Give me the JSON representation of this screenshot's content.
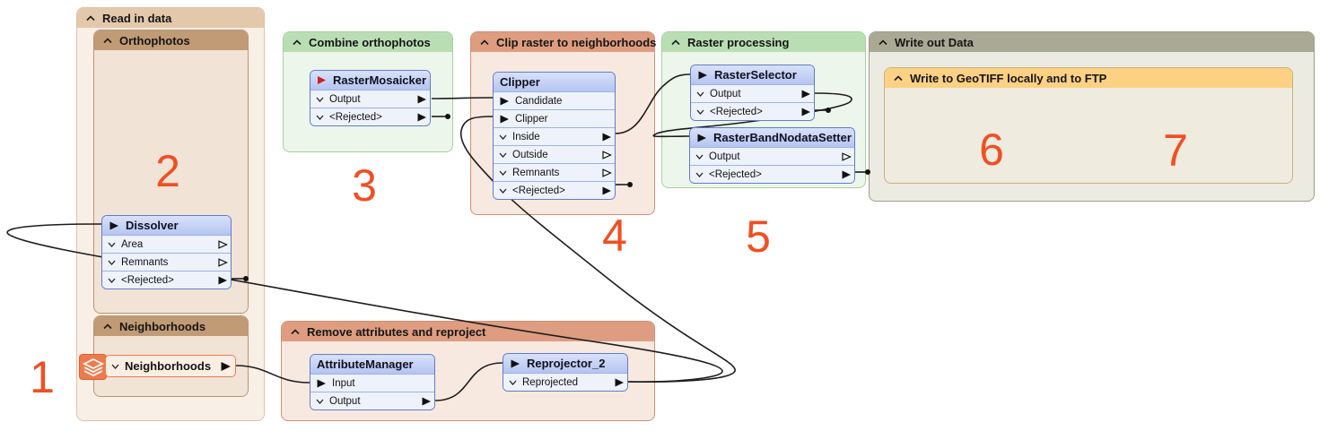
{
  "app": "workflow-canvas",
  "colors": {
    "annotation_accent": "#f04f23",
    "node_border": "#5f7bd0",
    "node_header": "#c3d0f4",
    "bookmark_tan_header": "#e4c8ab",
    "bookmark_brown_header": "#c19b76",
    "bookmark_green_header": "#badeb4",
    "bookmark_salmon_header": "#de9d81",
    "bookmark_gray_header": "#a9a995",
    "bookmark_gold_header": "#fcd184",
    "reader_accent": "#ef7a4b"
  },
  "bookmarks": {
    "read_in_data": {
      "title": "Read in data"
    },
    "orthophotos": {
      "title": "Orthophotos"
    },
    "neighborhoods": {
      "title": "Neighborhoods"
    },
    "combine_orthophotos": {
      "title": "Combine orthophotos"
    },
    "clip_raster": {
      "title": "Clip raster to neighborhoods"
    },
    "raster_processing": {
      "title": "Raster processing"
    },
    "write_out_data": {
      "title": "Write out Data"
    },
    "write_geotiff": {
      "title": "Write to GeoTIFF locally and to FTP"
    },
    "remove_attributes": {
      "title": "Remove attributes and reproject"
    }
  },
  "nodes": {
    "raster_mosaicker": {
      "title": "RasterMosaicker",
      "ports": {
        "output": "Output",
        "rejected": "<Rejected>"
      }
    },
    "clipper": {
      "title": "Clipper",
      "ports": {
        "candidate": "Candidate",
        "clipper": "Clipper",
        "inside": "Inside",
        "outside": "Outside",
        "remnants": "Remnants",
        "rejected": "<Rejected>"
      }
    },
    "raster_selector": {
      "title": "RasterSelector",
      "ports": {
        "output": "Output",
        "rejected": "<Rejected>"
      }
    },
    "raster_band_nodata_setter": {
      "title": "RasterBandNodataSetter",
      "ports": {
        "output": "Output",
        "rejected": "<Rejected>"
      }
    },
    "dissolver": {
      "title": "Dissolver",
      "ports": {
        "area": "Area",
        "remnants": "Remnants",
        "rejected": "<Rejected>"
      }
    },
    "attribute_manager": {
      "title": "AttributeManager",
      "ports": {
        "input": "Input",
        "output": "Output"
      }
    },
    "reprojector_2": {
      "title": "Reprojector_2",
      "ports": {
        "reprojected": "Reprojected"
      }
    },
    "neighborhoods_reader": {
      "title": "Neighborhoods"
    }
  },
  "annotations": {
    "items": [
      {
        "label": "1"
      },
      {
        "label": "2"
      },
      {
        "label": "3"
      },
      {
        "label": "4"
      },
      {
        "label": "5"
      },
      {
        "label": "6"
      },
      {
        "label": "7"
      }
    ]
  }
}
